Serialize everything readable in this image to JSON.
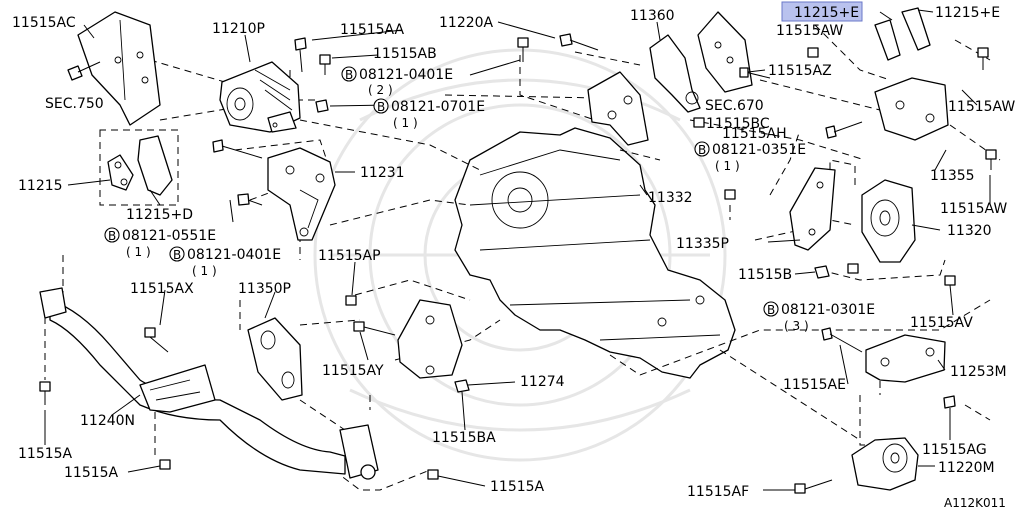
{
  "diagram_id": "A112K011",
  "highlighted_part": "11215+E",
  "labels": {
    "l11515AC": "11515AC",
    "l11210P": "11210P",
    "l11515AA": "11515AA",
    "l11515AB": "11515AB",
    "l08121_0401E_top": "08121-0401E",
    "qty2": "( 2 )",
    "l08121_0701E": "08121-0701E",
    "qty1a": "( 1 )",
    "l11220A": "11220A",
    "l11360": "11360",
    "l11215E_hl": "11215+E",
    "l11515AW_top": "11515AW",
    "l11215E_right": "11215+E",
    "l11515AZ": "11515AZ",
    "l11515AW_r1": "11515AW",
    "lSEC750": "SEC.750",
    "lSEC670": "SEC.670",
    "l11515BC": "11515BC",
    "l11515AH": "11515AH",
    "l08121_0351E": "08121-0351E",
    "qty1b": "( 1 )",
    "l11215": "11215",
    "l11231": "11231",
    "l11332": "11332",
    "l11355": "11355",
    "l11215D": "11215+D",
    "l08121_0551E": "08121-0551E",
    "qty1c": "( 1 )",
    "l08121_0401E_mid": "08121-0401E",
    "qty1d": "( 1 )",
    "l11515AW_r2": "11515AW",
    "l11320": "11320",
    "l11515AP": "11515AP",
    "l11335P": "11335P",
    "l11515B": "11515B",
    "l11515AX": "11515AX",
    "l11350P": "11350P",
    "l08121_0301E": "08121-0301E",
    "qty3": "( 3 )",
    "l11515AV": "11515AV",
    "l11515AY": "11515AY",
    "l11274": "11274",
    "l11240N": "11240N",
    "l11253M": "11253M",
    "l11515AE": "11515AE",
    "l11515A_l1": "11515A",
    "l11515BA": "11515BA",
    "l11515AG": "11515AG",
    "l11515A_l2": "11515A",
    "l11220M": "11220M",
    "l11515A_bottom": "11515A",
    "l11515AF": "11515AF",
    "bolt_symbol": "B"
  }
}
